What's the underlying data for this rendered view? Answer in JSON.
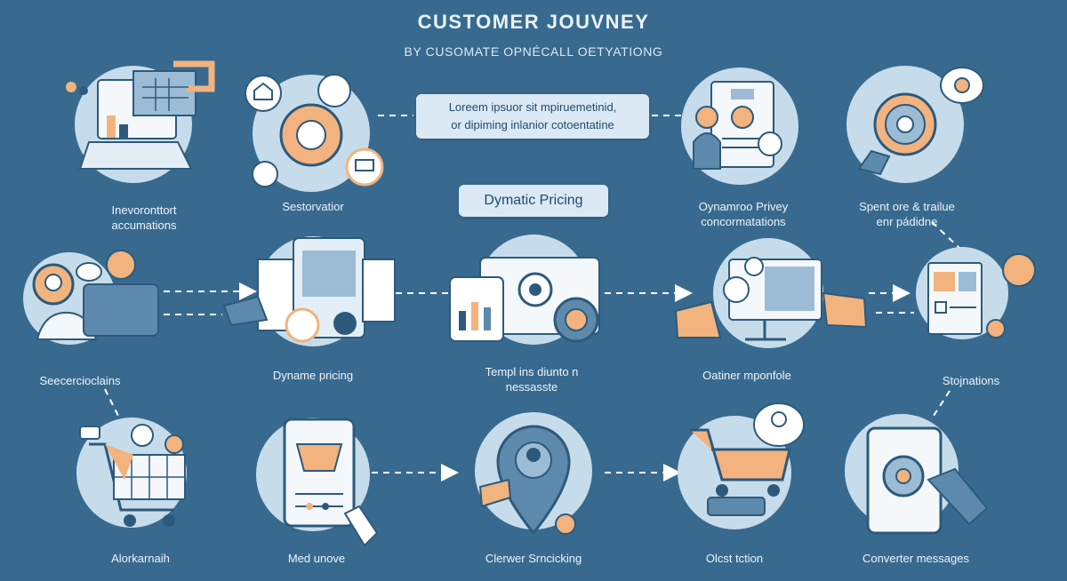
{
  "header": {
    "title": "CUSTOMER JOUVNEY",
    "subtitle": "BY CUSOMATE OPNÉCALL OETYATIONG"
  },
  "callouts": {
    "intro_line1": "Loreem ipsuor sit mpiruemetinid,",
    "intro_line2": "or dipiming inlanior cotoentatine",
    "pricing": "Dymatic Pricing"
  },
  "stages": {
    "row1": [
      {
        "label_line1": "Inevoronttort",
        "label_line2": "accumations",
        "icon": "dashboard-icon"
      },
      {
        "label_line1": "Sestorvatior",
        "label_line2": "",
        "icon": "gear-icon"
      },
      {
        "label_line1": "Oynamroo Privey",
        "label_line2": "concormatations",
        "icon": "profile-card-icon"
      },
      {
        "label_line1": "Spent ore & trailue",
        "label_line2": "enr pádidne",
        "icon": "gear-icon"
      }
    ],
    "row2": [
      {
        "label_line1": "Seecercioclains",
        "label_line2": "",
        "icon": "user-icon"
      },
      {
        "label_line1": "Dyname pricing",
        "label_line2": "",
        "icon": "document-icon"
      },
      {
        "label_line1": "Templ ins diunto n",
        "label_line2": "nessasste",
        "icon": "analytics-icon"
      },
      {
        "label_line1": "Oatiner mponfole",
        "label_line2": "",
        "icon": "monitor-icon"
      },
      {
        "label_line1": "Stojnations",
        "label_line2": "",
        "icon": "checklist-icon"
      }
    ],
    "row3": [
      {
        "label_line1": "Alorkarnaih",
        "label_line2": "",
        "icon": "shopping-cart-icon"
      },
      {
        "label_line1": "Med unove",
        "label_line2": "",
        "icon": "phone-cart-icon"
      },
      {
        "label_line1": "Clerwer Srncicking",
        "label_line2": "",
        "icon": "location-pin-icon"
      },
      {
        "label_line1": "Olcst tction",
        "label_line2": "",
        "icon": "shopping-cart-icon"
      },
      {
        "label_line1": "Converter messages",
        "label_line2": "",
        "icon": "tablet-gear-icon"
      }
    ]
  },
  "colors": {
    "background": "#386a8f",
    "circle": "#c7dceb",
    "accent_orange": "#f2b37e",
    "accent_dark": "#2d5a7b",
    "arrow": "#ffffff"
  }
}
